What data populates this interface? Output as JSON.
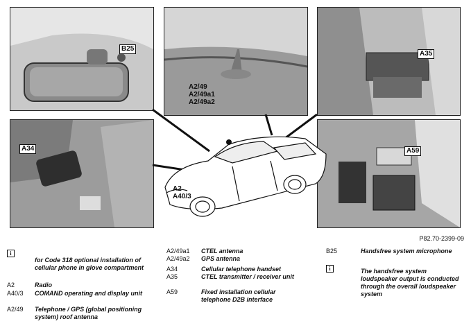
{
  "figure_ref": "P82.70-2399-09",
  "callouts": {
    "b25": "B25",
    "a2_49": "A2/49",
    "a2_49a1": "A2/49a1",
    "a2_49a2": "A2/49a2",
    "a35": "A35",
    "a34": "A34",
    "a59": "A59",
    "a2": "A2",
    "a40_3": "A40/3"
  },
  "info_symbol": "i",
  "legend_col1": {
    "note": "for Code 318 optional installation of cellular phone in glove compartment",
    "items": [
      {
        "key": "A2",
        "desc": "Radio"
      },
      {
        "key": "A40/3",
        "desc": "COMAND operating and display unit"
      },
      {
        "key": "A2/49",
        "desc": "Telephone / GPS (global positioning system) roof antenna"
      }
    ]
  },
  "legend_col2": {
    "items": [
      {
        "key": "A2/49a1",
        "desc": "CTEL antenna"
      },
      {
        "key": "A2/49a2",
        "desc": "GPS antenna"
      },
      {
        "key": "A34",
        "desc": "Cellular telephone handset"
      },
      {
        "key": "A35",
        "desc": "CTEL transmitter / receiver unit"
      },
      {
        "key": "A59",
        "desc": "Fixed installation cellular telephone D2B interface"
      }
    ]
  },
  "legend_col3": {
    "items": [
      {
        "key": "B25",
        "desc": "Handsfree system microphone"
      }
    ],
    "note": "The handsfree system loudspeaker output is conducted through the overall loudspeaker system"
  }
}
